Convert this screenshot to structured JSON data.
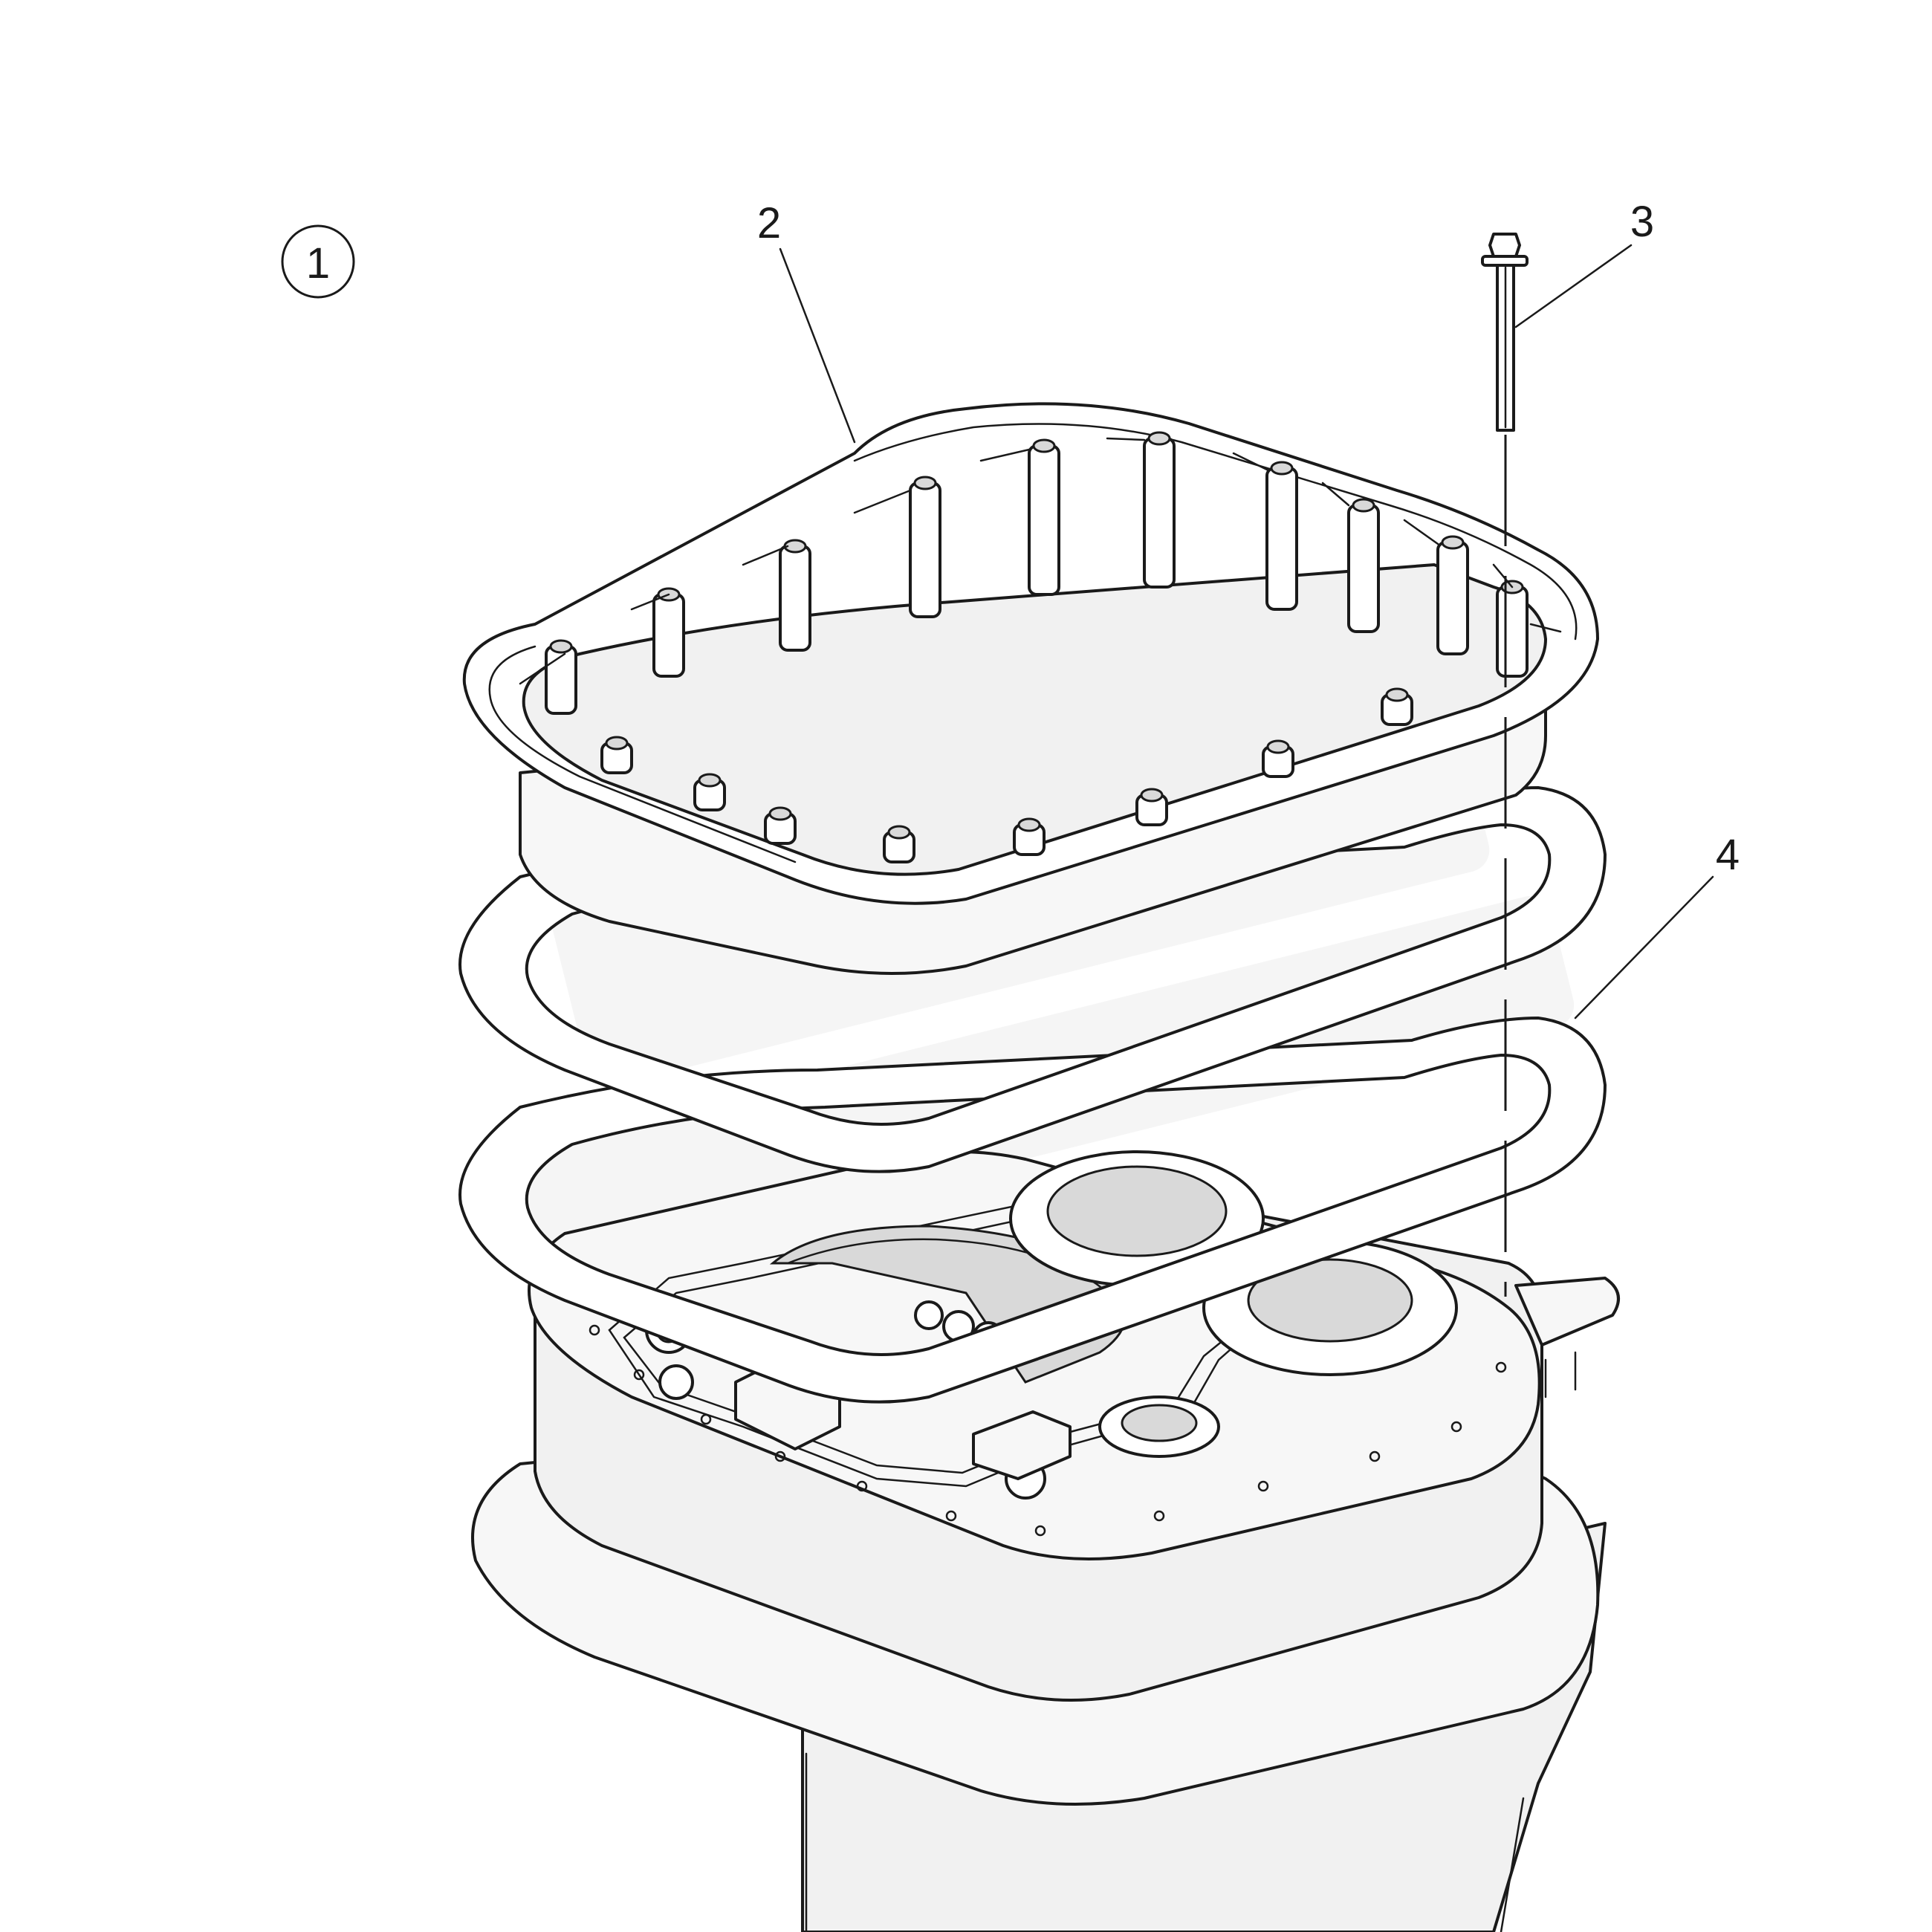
{
  "figure": {
    "group_marker": "1",
    "callouts": [
      {
        "id": "callout-2",
        "label": "2"
      },
      {
        "id": "callout-3",
        "label": "3"
      },
      {
        "id": "callout-4",
        "label": "4"
      }
    ]
  }
}
